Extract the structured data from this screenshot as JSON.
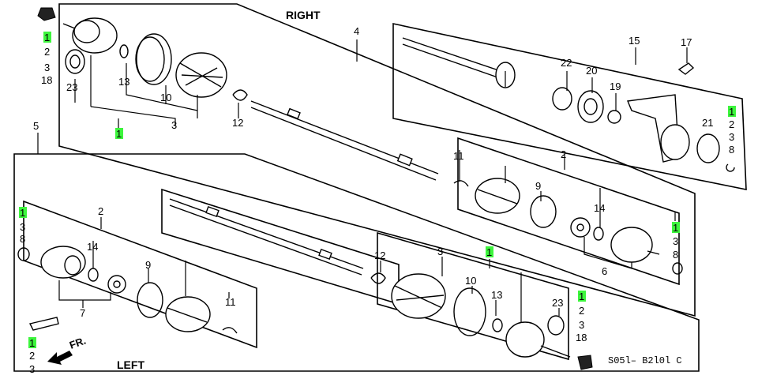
{
  "titles": {
    "right": "RIGHT",
    "left": "LEFT",
    "front_arrow": "FR."
  },
  "diagram_code": "S05l– B2l0l C",
  "colors": {
    "callout_highlight": "#3df53d",
    "ink": "#000000"
  },
  "labels": {
    "tl_1": "1",
    "tl_2": "2",
    "tl_3": "3",
    "tl_18": "18",
    "tl_23": "23",
    "r_13": "13",
    "r_10": "10",
    "r_3": "3",
    "r_1": "1",
    "r_12": "12",
    "r_4": "4",
    "s_15": "15",
    "s_17": "17",
    "s_22": "22",
    "s_20": "20",
    "s_19": "19",
    "s_1": "1",
    "s_2": "2",
    "s_3": "3",
    "s_8": "8",
    "s_21": "21",
    "l_5": "5",
    "ll_1": "1",
    "ll_3": "3",
    "ll_8": "8",
    "ll_2": "2",
    "ll_14": "14",
    "ll_9": "9",
    "ll_11": "11",
    "ll_7": "7",
    "b_1": "1",
    "b_2": "2",
    "b_3": "3",
    "ri_11": "11",
    "ri_2": "2",
    "ri_9": "9",
    "ri_14": "14",
    "ri_6": "6",
    "ri_1": "1",
    "ri_3": "3",
    "ri_8": "8",
    "lo_12": "12",
    "lo_3": "3",
    "lo_1": "1",
    "lo_10": "10",
    "lo_13": "13",
    "lo_23": "23",
    "br_1": "1",
    "br_2": "2",
    "br_3": "3",
    "br_18": "18"
  }
}
